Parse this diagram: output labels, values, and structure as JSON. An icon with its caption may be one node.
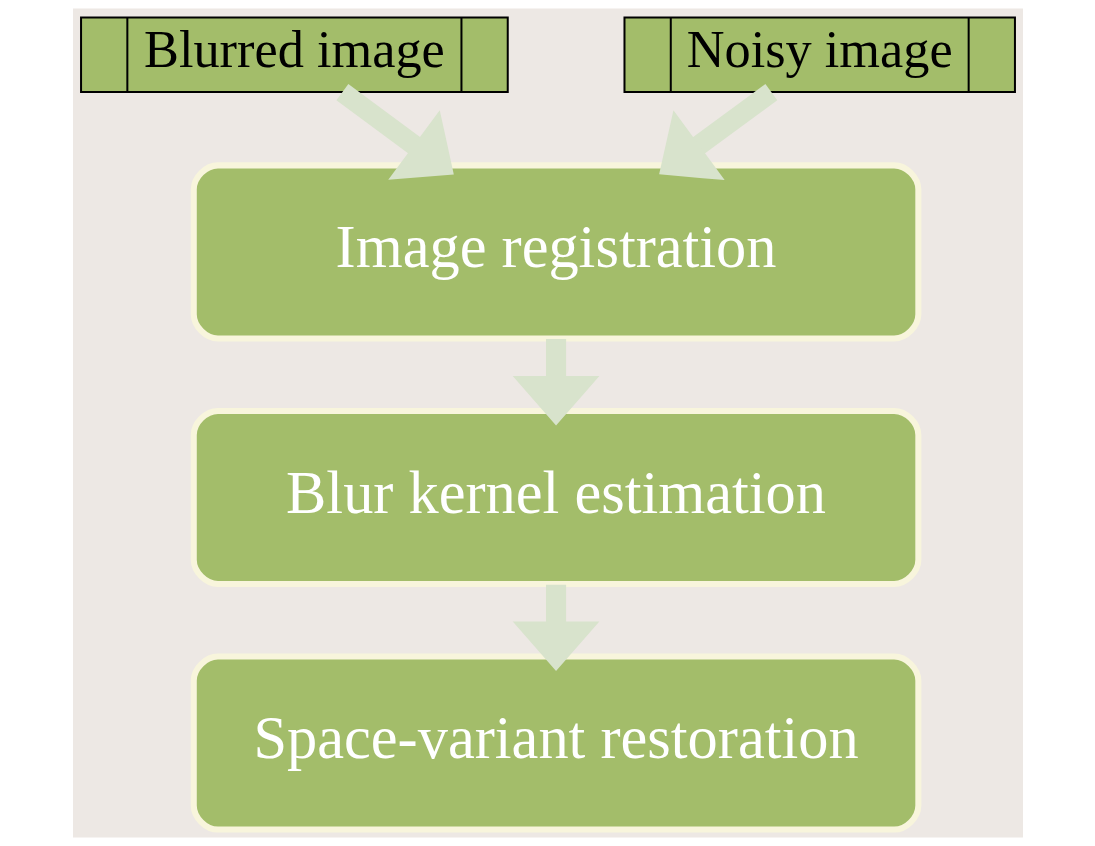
{
  "diagram": {
    "nodes": [
      {
        "text": [
          "Blurred image"
        ]
      },
      {
        "text": [
          "Noisy image"
        ]
      },
      {
        "text": [
          "Image registration"
        ]
      },
      {
        "text": [
          "Blur kernel estimation"
        ]
      },
      {
        "text": [
          "Space-variant restoration"
        ]
      }
    ],
    "edges": [
      {
        "from": 0,
        "to": 2,
        "arrow": "to"
      },
      {
        "from": 1,
        "to": 2,
        "arrow": "to"
      },
      {
        "from": 2,
        "to": 3,
        "arrow": "to"
      },
      {
        "from": 3,
        "to": 4,
        "arrow": "to"
      }
    ]
  }
}
